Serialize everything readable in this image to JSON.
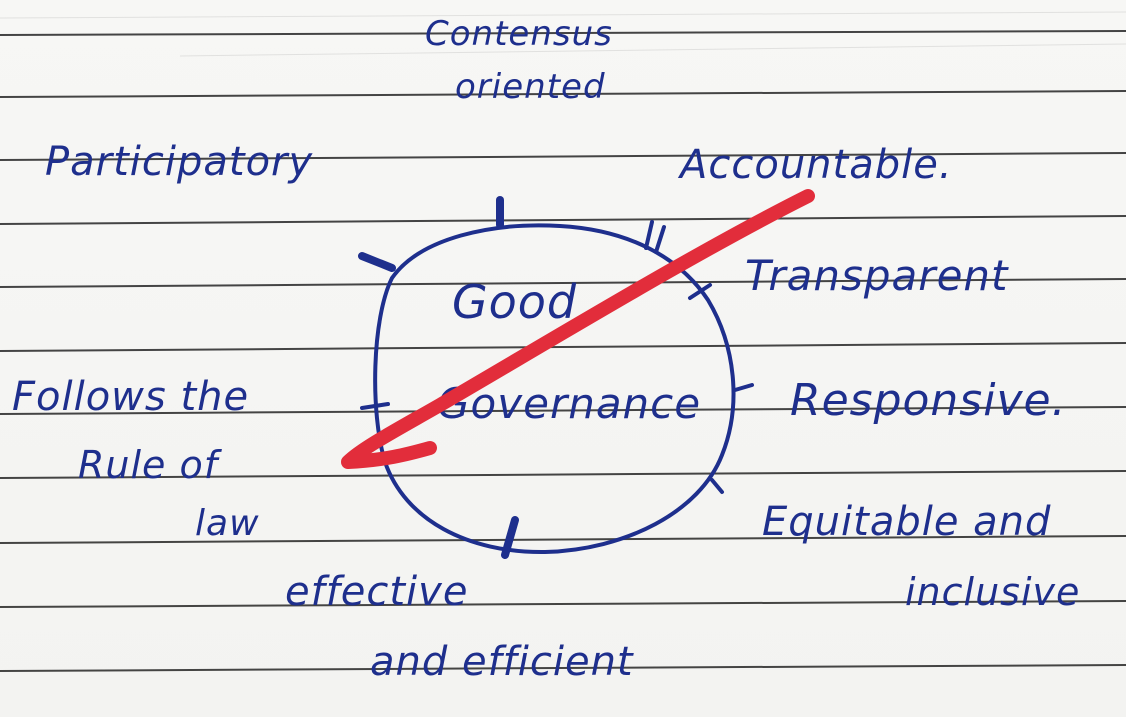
{
  "diagram": {
    "center_label_line1": "Good",
    "center_label_line2": "Governance",
    "characteristics": {
      "consensus_line1": "Contensus",
      "consensus_line2": "oriented",
      "participatory": "Participatory",
      "accountable": "Accountable.",
      "transparent": "Transparent",
      "responsive": "Responsive.",
      "equitable_line1": "Equitable and",
      "equitable_line2": "inclusive",
      "effective_line1": "effective",
      "effective_line2": "and efficient",
      "rule_of_law_line1": "Follows the",
      "rule_of_law_line2": "Rule of",
      "rule_of_law_line3": "law"
    }
  },
  "colors": {
    "ink": "#1e2f8d",
    "red_mark": "#e22d3b",
    "paper": "#f6f6f4",
    "rule_line": "#2c2c2c"
  }
}
